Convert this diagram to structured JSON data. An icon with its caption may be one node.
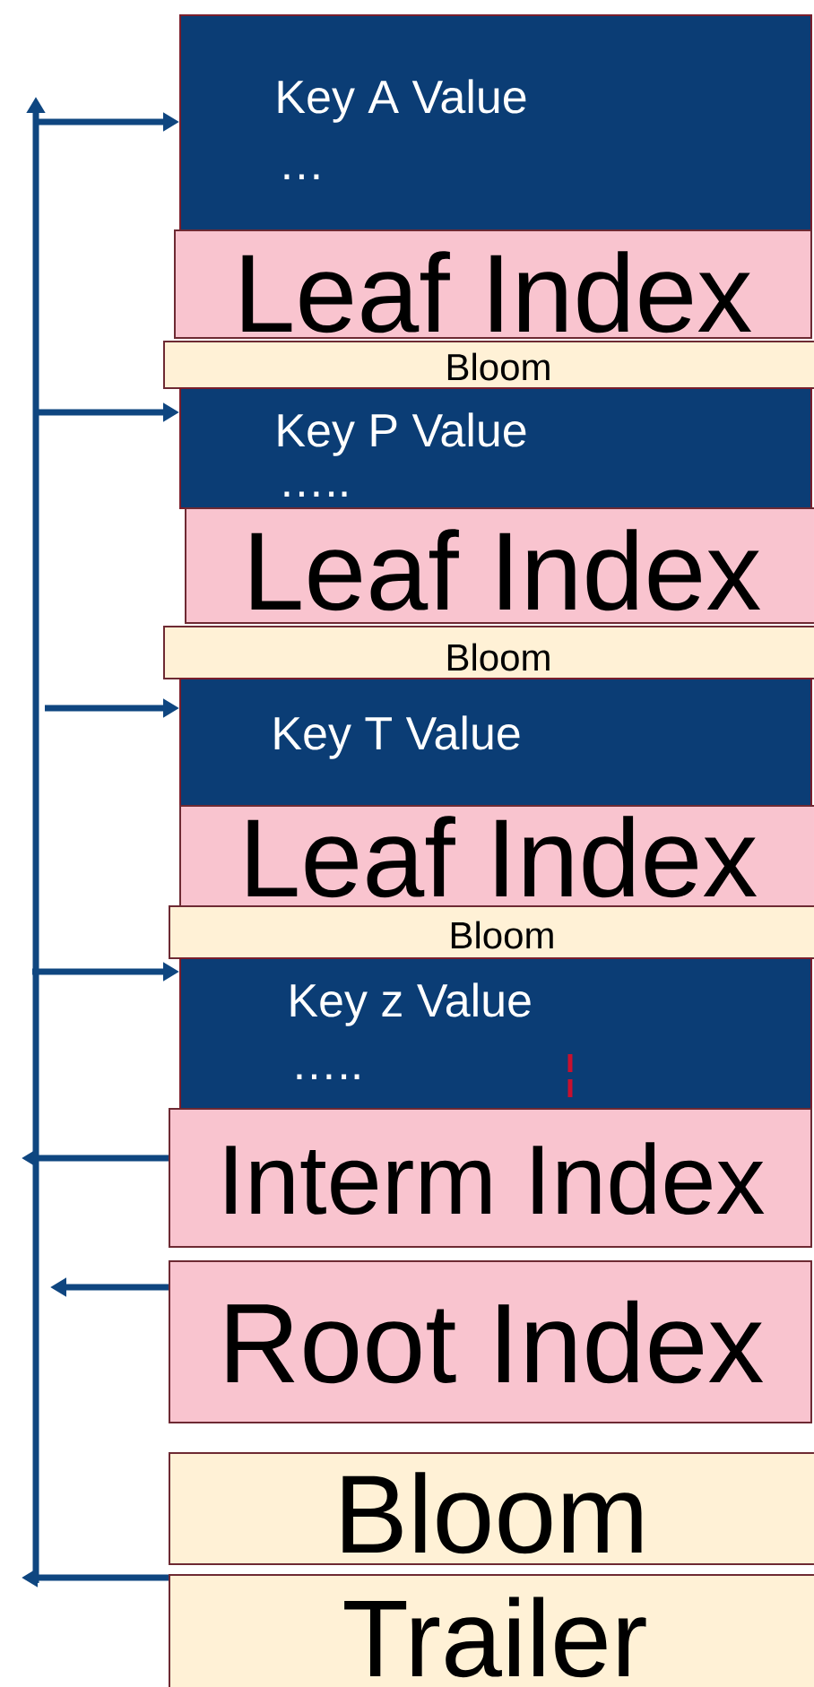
{
  "diagram": {
    "nodes": [
      {
        "text": [
          "Key A Value",
          "…"
        ]
      },
      {
        "text": [
          "Leaf Index"
        ]
      },
      {
        "text": [
          "Bloom"
        ]
      },
      {
        "text": [
          "Key P Value",
          "….."
        ]
      },
      {
        "text": [
          "Leaf Index"
        ]
      },
      {
        "text": [
          "Bloom"
        ]
      },
      {
        "text": [
          "Key T Value"
        ]
      },
      {
        "text": [
          "Leaf Index"
        ]
      },
      {
        "text": [
          "Bloom"
        ]
      },
      {
        "text": [
          "Key z Value",
          "….."
        ]
      },
      {
        "text": [
          "Interm Index"
        ]
      },
      {
        "text": [
          "Root Index"
        ]
      },
      {
        "text": [
          "Bloom"
        ]
      },
      {
        "text": [
          "Trailer"
        ]
      }
    ],
    "edges": [
      {
        "from": null,
        "to": 0,
        "arrow": "to"
      },
      {
        "from": null,
        "to": 3,
        "arrow": "to"
      },
      {
        "from": null,
        "to": 6,
        "arrow": "to"
      },
      {
        "from": null,
        "to": 9,
        "arrow": "to"
      },
      {
        "from": 10,
        "to": null,
        "arrow": "to"
      },
      {
        "from": 11,
        "to": null,
        "arrow": "to"
      },
      {
        "from": 13,
        "to": null,
        "arrow": "to"
      }
    ]
  }
}
